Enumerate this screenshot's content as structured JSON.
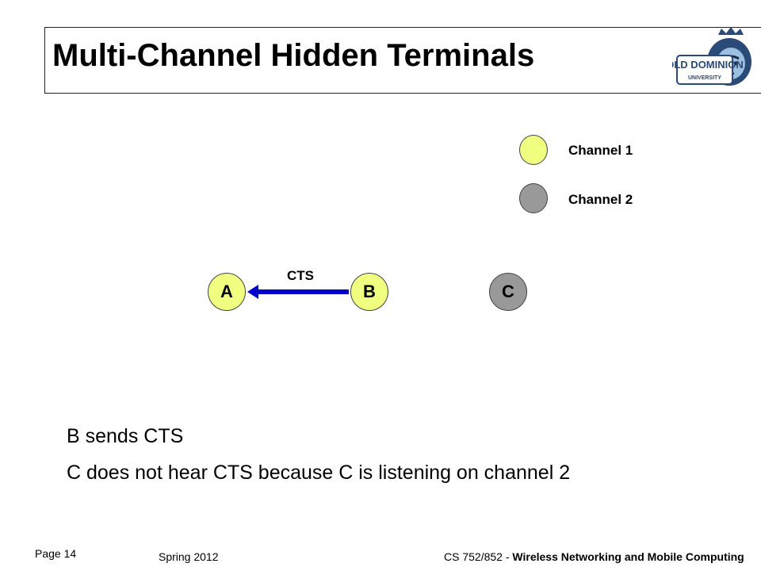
{
  "slide": {
    "title": "Multi-Channel Hidden Terminals",
    "logo_text": "OLD DOMINION",
    "logo_subtext": "UNIVERSITY"
  },
  "legend": {
    "items": [
      {
        "label": "Channel 1",
        "color": "#f0ff80"
      },
      {
        "label": "Channel 2",
        "color": "#999999"
      }
    ]
  },
  "diagram": {
    "nodes": [
      {
        "label": "A",
        "channel": "Channel 1"
      },
      {
        "label": "B",
        "channel": "Channel 1"
      },
      {
        "label": "C",
        "channel": "Channel 2"
      }
    ],
    "edges": [
      {
        "from": "B",
        "to": "A",
        "label": "CTS",
        "color": "#0000cc"
      }
    ]
  },
  "body": {
    "lines": [
      "B sends CTS",
      "C does not hear CTS because C is listening on channel 2"
    ]
  },
  "footer": {
    "page": "Page 14",
    "term": "Spring 2012",
    "course_prefix": "CS 752/852 - ",
    "course_title": "Wireless Networking and Mobile Computing"
  }
}
